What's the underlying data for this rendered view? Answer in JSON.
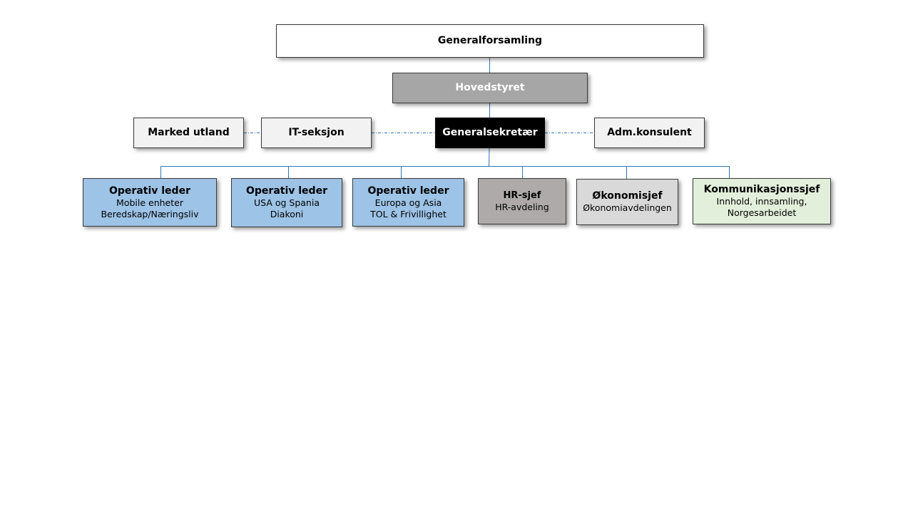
{
  "chart": {
    "top": {
      "generalforsamling": "Generalforsamling",
      "hovedstyret": "Hovedstyret",
      "generalsekretaer": "Generalsekretær"
    },
    "staff": {
      "marked_utland": "Marked utland",
      "it_seksjon": "IT-seksjon",
      "adm_konsulent": "Adm.konsulent"
    },
    "units": [
      {
        "title": "Operativ leder",
        "lines": [
          "Mobile enheter",
          "Beredskap/Næringsliv"
        ],
        "color": "#9dc3e6"
      },
      {
        "title": "Operativ leder",
        "lines": [
          "USA og Spania",
          "Diakoni"
        ],
        "color": "#9dc3e6"
      },
      {
        "title": "Operativ leder",
        "lines": [
          "Europa og Asia",
          "TOL & Frivillighet"
        ],
        "color": "#9dc3e6"
      },
      {
        "title": "HR-sjef",
        "lines": [
          "HR-avdeling"
        ],
        "color": "#aeaaaa"
      },
      {
        "title": "Økonomisjef",
        "lines": [
          "Økonomiavdelingen"
        ],
        "color": "#d9d9d9"
      },
      {
        "title": "Kommunikasjonssjef",
        "lines": [
          "Innhold, innsamling,",
          "Norgesarbeidet"
        ],
        "color": "#e2efda"
      }
    ],
    "connector_color": "#2e75b6"
  }
}
